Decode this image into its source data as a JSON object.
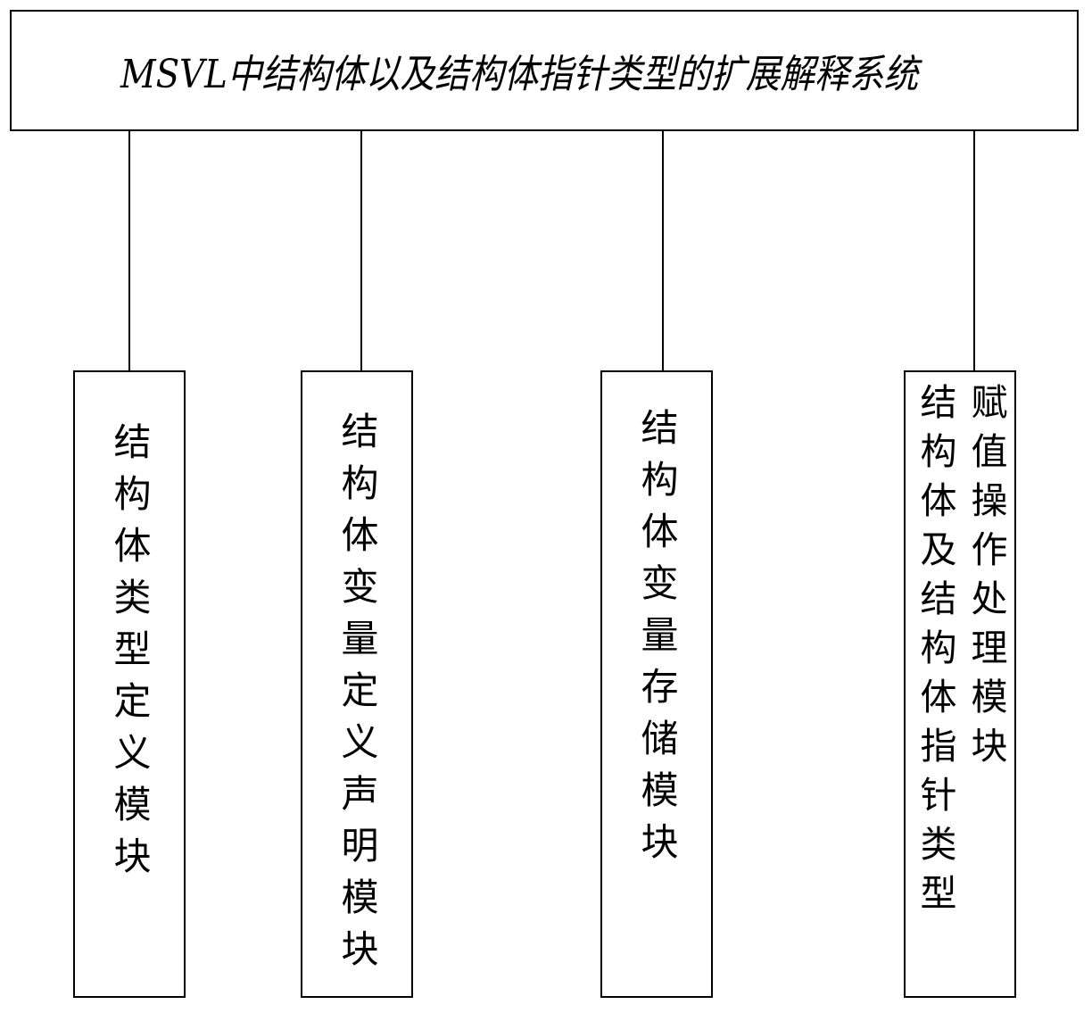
{
  "figure": {
    "background_color": "#ffffff",
    "line_color": "#000000",
    "title_box": {
      "label": "MSVL中结构体以及结构体指针类型的扩展解释系统"
    },
    "modules": [
      {
        "label": "结构体类型定义模块",
        "lines": [
          "结构体类型定义模块"
        ]
      },
      {
        "label": "结构体变量定义声明模块",
        "lines": [
          "结构体变量定义声明模块"
        ]
      },
      {
        "label": "结构体变量存储模块",
        "lines": [
          "结构体变量存储模块"
        ]
      },
      {
        "label": "结构体及结构体指针类型赋值操作处理模块",
        "lines": [
          "结构体及结构体指针类型",
          "赋值操作处理模块"
        ]
      }
    ]
  }
}
